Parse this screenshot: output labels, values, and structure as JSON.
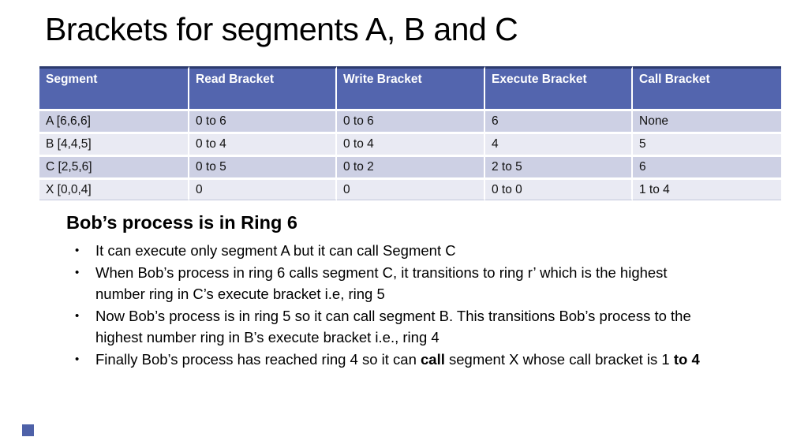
{
  "slide": {
    "title": "Brackets for segments A, B and C",
    "table": {
      "headers": [
        "Segment",
        "Read Bracket",
        "Write Bracket",
        "Execute Bracket",
        "Call Bracket"
      ],
      "rows": [
        [
          "A [6,6,6]",
          "0 to 6",
          "0 to 6",
          "6",
          "None"
        ],
        [
          "B [4,4,5]",
          "0 to 4",
          "0 to 4",
          "4",
          "5"
        ],
        [
          "C [2,5,6]",
          "0 to 5",
          "0 to 2",
          "2 to 5",
          "6"
        ],
        [
          "X [0,0,4]",
          "0",
          "0",
          "0 to 0",
          "1 to 4"
        ]
      ]
    },
    "subtitle": "Bob’s process is in Ring 6",
    "bullets": [
      {
        "segments": [
          {
            "text": "It can execute only segment A but it can call Segment C",
            "bold": false
          }
        ]
      },
      {
        "segments": [
          {
            "text": "When Bob’s process in ring 6 calls segment C, it transitions to ring r’ which is the highest number ring in C’s execute bracket i.e,  ring 5",
            "bold": false
          }
        ]
      },
      {
        "segments": [
          {
            "text": "Now Bob’s process is in ring 5 so it can call segment B. This transitions Bob’s process to the highest number ring in B’s execute bracket i.e., ring 4",
            "bold": false
          }
        ]
      },
      {
        "segments": [
          {
            "text": "Finally Bob’s process has reached ring 4 so it can ",
            "bold": false
          },
          {
            "text": "call",
            "bold": true
          },
          {
            "text": " segment X whose call bracket is 1 ",
            "bold": false
          },
          {
            "text": "to 4",
            "bold": true
          }
        ]
      }
    ],
    "bullet_glyph": "•",
    "colors": {
      "header_fill": "#5365AE",
      "header_top_border": "#2C3A6E",
      "row_odd": "#CDD0E4",
      "row_even": "#E9EAF3",
      "header_text": "#FFFFFF",
      "body_text": "#000000",
      "accent_square": "#4E61A8"
    }
  }
}
